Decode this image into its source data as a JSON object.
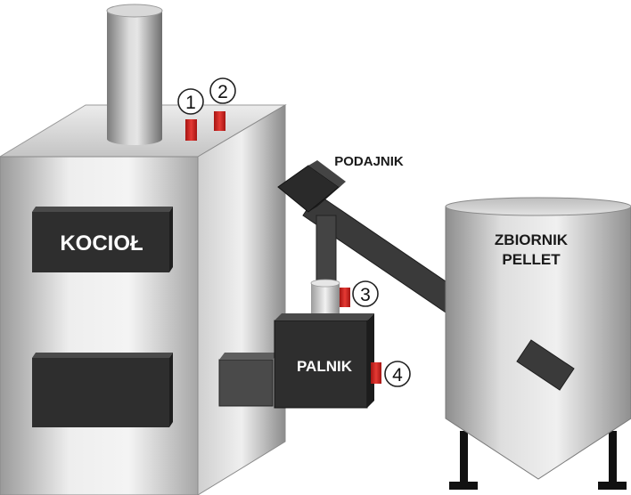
{
  "labels": {
    "boiler": "KOCIOŁ",
    "feeder": "PODAJNIK",
    "tank_line1": "ZBIORNIK",
    "tank_line2": "PELLET",
    "burner": "PALNIK"
  },
  "sensors": [
    {
      "number": "1"
    },
    {
      "number": "2"
    },
    {
      "number": "3"
    },
    {
      "number": "4"
    }
  ],
  "colors": {
    "sensor": "#d3201c",
    "dark_panel": "#303030",
    "feeder_pipe": "#3a3a3a",
    "label_dark": "#1a1a1a",
    "label_light": "#ffffff"
  }
}
